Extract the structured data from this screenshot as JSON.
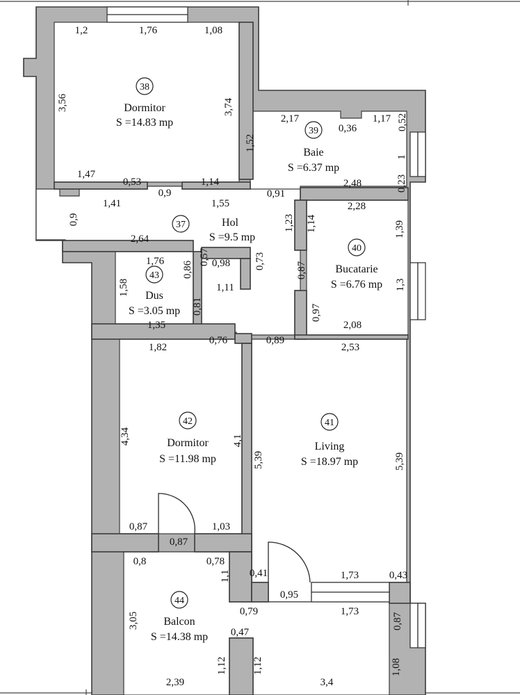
{
  "rooms": [
    {
      "id": "38",
      "name": "Dormitor",
      "area": "S =14.83 mp"
    },
    {
      "id": "39",
      "name": "Baie",
      "area": "S =6.37 mp"
    },
    {
      "id": "37",
      "name": "Hol",
      "area": "S =9.5 mp"
    },
    {
      "id": "40",
      "name": "Bucatarie",
      "area": "S =6.76 mp"
    },
    {
      "id": "43",
      "name": "Dus",
      "area": "S =3.05 mp"
    },
    {
      "id": "42",
      "name": "Dormitor",
      "area": "S =11.98 mp"
    },
    {
      "id": "41",
      "name": "Living",
      "area": "S =18.97 mp"
    },
    {
      "id": "44",
      "name": "Balcon",
      "area": "S =14.38 mp"
    }
  ],
  "dimensions": [
    "1,2",
    "1,76",
    "1,08",
    "3,56",
    "3,74",
    "1,47",
    "0,53",
    "0,9",
    "1,14",
    "1,41",
    "1,55",
    "0,9",
    "2,17",
    "0,36",
    "1,17",
    "0,52",
    "1,52",
    "1",
    "0,23",
    "2,48",
    "0,91",
    "2,28",
    "1,23",
    "1,14",
    "1,39",
    "2,64",
    "1,76",
    "0,86",
    "0,57",
    "0,98",
    "0,73",
    "1,58",
    "1,11",
    "0,87",
    "1,3",
    "0,81",
    "0,97",
    "1,35",
    "2,08",
    "1,82",
    "0,76",
    "0,89",
    "2,53",
    "4,34",
    "4,1",
    "5,39",
    "5,39",
    "0,87",
    "1,03",
    "0,87",
    "0,8",
    "0,78",
    "1,1",
    "0,41",
    "1,73",
    "0,43",
    "0,95",
    "1,73",
    "0,79",
    "0,87",
    "3,05",
    "0,47",
    "1,12",
    "1,12",
    "1,08",
    "2,39",
    "3,4"
  ]
}
